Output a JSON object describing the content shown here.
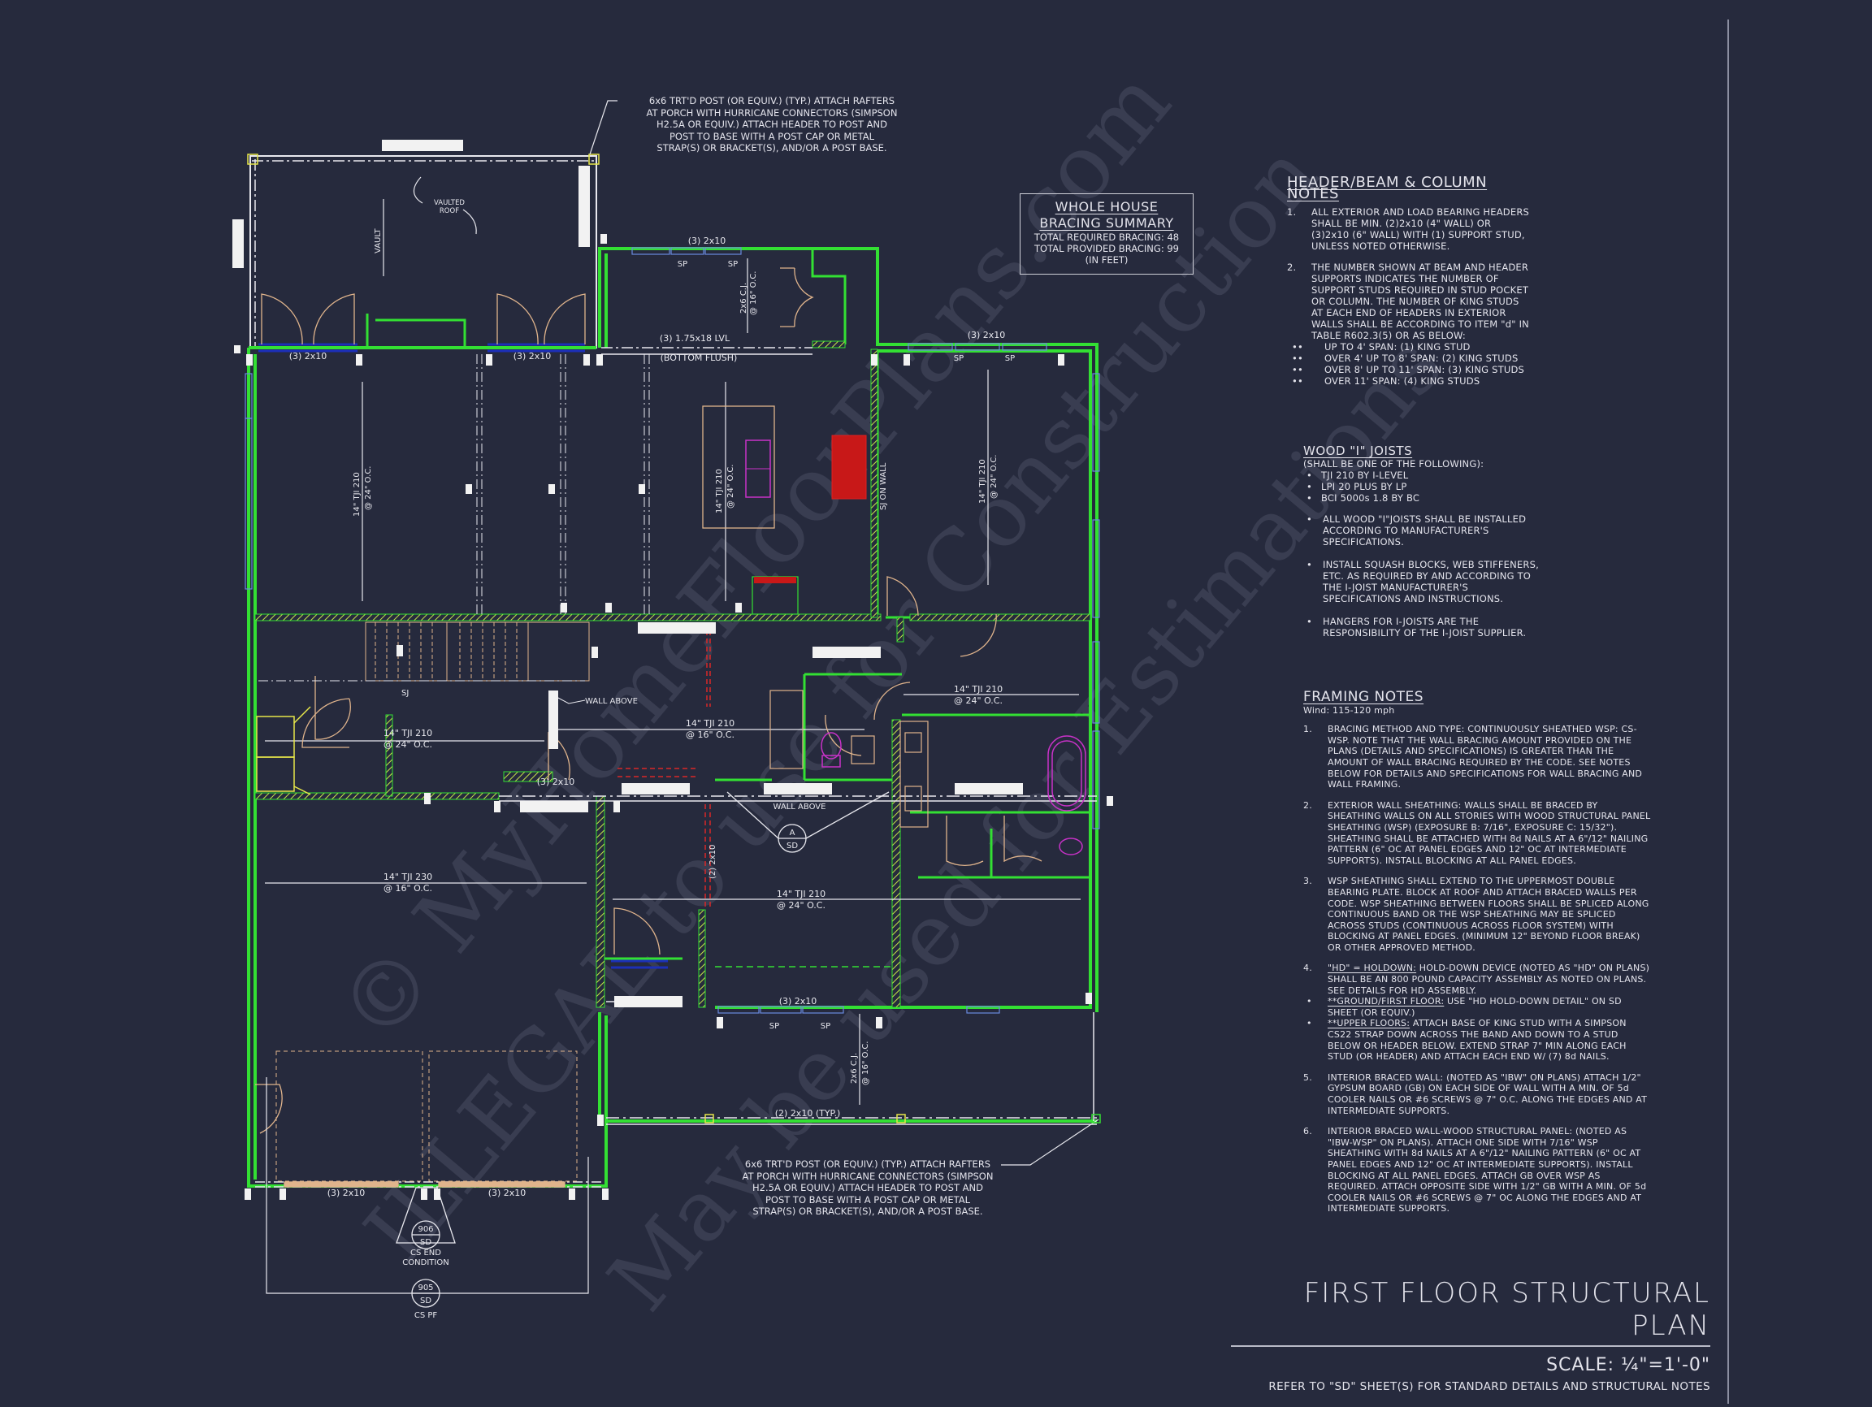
{
  "sheet": {
    "background": "#262a3d",
    "title": "FIRST FLOOR STRUCTURAL PLAN",
    "scale": "SCALE: ¼\"=1'-0\"",
    "reference": "REFER TO \"SD\" SHEET(S) FOR STANDARD DETAILS AND STRUCTURAL NOTES",
    "watermarks": [
      "© MyHomeFloorPlans.com",
      "ILLEGAL to use for Construction",
      "May be used for Estimations"
    ]
  },
  "colors": {
    "wall_green": "#33e033",
    "wall_hatch": "#c8e64a",
    "door_tan": "#e0b48c",
    "beam_white": "#e8e8ee",
    "window_blue": "#1c2fb8",
    "fixture_magenta": "#c832c8",
    "range_red": "#e02020",
    "post_yellow": "#e6e64a",
    "dashed_red": "#d82828"
  },
  "bracing_summary": {
    "title_line1": "WHOLE HOUSE",
    "title_line2": "BRACING SUMMARY",
    "required": "TOTAL REQUIRED BRACING: 48",
    "provided": "TOTAL PROVIDED BRACING: 99",
    "units": "(IN FEET)"
  },
  "header_beam_notes": {
    "title": "HEADER/BEAM & COLUMN NOTES",
    "items": [
      {
        "num": "1.",
        "text": "ALL EXTERIOR AND LOAD BEARING HEADERS SHALL BE MIN. (2)2x10 (4\" WALL) OR (3)2x10 (6\" WALL) WITH (1) SUPPORT STUD, UNLESS NOTED OTHERWISE."
      },
      {
        "num": "2.",
        "text": "THE NUMBER SHOWN AT BEAM AND HEADER SUPPORTS INDICATES THE NUMBER OF SUPPORT STUDS REQUIRED IN STUD POCKET OR COLUMN. THE NUMBER OF KING STUDS AT EACH END OF HEADERS IN EXTERIOR WALLS SHALL BE ACCORDING TO ITEM \"d\" IN TABLE R602.3(5) OR AS BELOW:"
      }
    ],
    "king_studs": [
      "UP TO 4' SPAN: (1) KING STUD",
      "OVER 4' UP TO 8' SPAN: (2) KING STUDS",
      "OVER 8' UP TO 11' SPAN: (3) KING STUDS",
      "OVER 11' SPAN: (4) KING STUDS"
    ]
  },
  "wood_joists": {
    "title": "WOOD \"I\" JOISTS",
    "subtitle": "(SHALL BE ONE OF THE FOLLOWING):",
    "products": [
      "TJI 210 BY I-LEVEL",
      "LPI 20 PLUS BY LP",
      "BCI 5000s 1.8 BY BC"
    ],
    "notes": [
      "ALL WOOD \"I\"JOISTS SHALL BE INSTALLED ACCORDING TO MANUFACTURER'S SPECIFICATIONS.",
      "INSTALL SQUASH BLOCKS, WEB STIFFENERS, ETC. AS REQUIRED BY AND ACCORDING TO THE I-JOIST MANUFACTURER'S SPECIFICATIONS AND INSTRUCTIONS.",
      "HANGERS FOR I-JOISTS ARE THE RESPONSIBILITY OF THE I-JOIST SUPPLIER."
    ]
  },
  "framing_notes": {
    "title": "FRAMING NOTES",
    "wind": "Wind: 115-120 mph",
    "items": [
      {
        "num": "1.",
        "text": "BRACING METHOD AND TYPE: CONTINUOUSLY SHEATHED WSP: CS-WSP. NOTE THAT THE WALL BRACING AMOUNT PROVIDED ON THE PLANS (DETAILS AND SPECIFICATIONS) IS GREATER THAN THE AMOUNT OF WALL BRACING REQUIRED BY THE CODE. SEE NOTES BELOW FOR DETAILS AND SPECIFICATIONS FOR WALL BRACING AND WALL FRAMING."
      },
      {
        "num": "2.",
        "text": "EXTERIOR WALL SHEATHING: WALLS SHALL BE BRACED BY SHEATHING WALLS ON ALL STORIES WITH WOOD STRUCTURAL PANEL SHEATHING (WSP) (EXPOSURE B: 7/16\", EXPOSURE C: 15/32\"). SHEATHING SHALL BE ATTACHED WITH 8d NAILS AT A 6\"/12\" NAILING PATTERN (6\" OC AT PANEL EDGES AND 12\" OC AT INTERMEDIATE SUPPORTS). INSTALL BLOCKING AT ALL PANEL EDGES."
      },
      {
        "num": "3.",
        "text": "WSP SHEATHING SHALL EXTEND TO THE UPPERMOST DOUBLE BEARING PLATE. BLOCK AT ROOF AND ATTACH BRACED WALLS PER CODE. WSP SHEATHING BETWEEN FLOORS SHALL BE SPLICED ALONG CONTINUOUS BAND OR THE WSP SHEATHING MAY BE SPLICED ACROSS STUDS (CONTINUOUS ACROSS FLOOR SYSTEM) WITH BLOCKING AT PANEL EDGES. (MINIMUM 12\" BEYOND FLOOR BREAK) OR OTHER APPROVED METHOD."
      },
      {
        "num": "4.",
        "lead": "\"HD\" = HOLDOWN:",
        "text": " HOLD-DOWN DEVICE (NOTED AS \"HD\" ON PLANS) SHALL BE AN 800 POUND CAPACITY ASSEMBLY AS NOTED ON PLANS. SEE DETAILS FOR HD ASSEMBLY."
      },
      {
        "num": "•",
        "lead": "**GROUND/FIRST FLOOR:",
        "text": "  USE \"HD HOLD-DOWN DETAIL\" ON SD SHEET (OR EQUIV.)"
      },
      {
        "num": "•",
        "lead": "**UPPER FLOORS:",
        "text": " ATTACH BASE OF KING STUD WITH A SIMPSON CS22 STRAP DOWN ACROSS THE BAND AND DOWN TO A STUD BELOW OR HEADER BELOW.  EXTEND STRAP 7\" MIN ALONG EACH STUD (OR HEADER) AND ATTACH EACH END W/ (7) 8d NAILS."
      },
      {
        "num": "5.",
        "text": "INTERIOR BRACED WALL: (NOTED AS \"IBW\" ON PLANS) ATTACH 1/2\" GYPSUM BOARD (GB) ON EACH SIDE OF WALL WITH A MIN. OF 5d COOLER NAILS OR #6 SCREWS @ 7\" O.C. ALONG THE EDGES AND AT INTERMEDIATE SUPPORTS."
      },
      {
        "num": "6.",
        "text": "INTERIOR BRACED WALL-WOOD STRUCTURAL PANEL: (NOTED AS \"IBW-WSP\" ON PLANS). ATTACH ONE SIDE WITH 7/16\" WSP SHEATHING WITH 8d NAILS AT A 6\"/12\" NAILING PATTERN (6\" OC AT PANEL EDGES AND 12\" OC AT INTERMEDIATE SUPPORTS). INSTALL BLOCKING AT ALL PANEL EDGES. ATTACH GB OVER WSP AS REQUIRED. ATTACH OPPOSITE SIDE WITH 1/2\" GB WITH A MIN. OF 5d COOLER NAILS OR #6 SCREWS @ 7\" OC ALONG THE EDGES AND AT INTERMEDIATE SUPPORTS."
      }
    ]
  },
  "callouts": {
    "post_top": [
      "6x6 TRT'D POST (OR EQUIV.) (TYP.) ATTACH RAFTERS",
      "AT PORCH WITH HURRICANE CONNECTORS (SIMPSON",
      "H2.5A OR EQUIV.) ATTACH HEADER TO POST AND",
      "POST TO BASE WITH A POST CAP OR METAL",
      "STRAP(S) OR BRACKET(S), AND/OR A POST BASE."
    ],
    "post_bottom": [
      "6x6 TRT'D POST (OR EQUIV.) (TYP.) ATTACH RAFTERS",
      "AT PORCH WITH HURRICANE CONNECTORS (SIMPSON",
      "H2.5A OR EQUIV.) ATTACH HEADER TO POST AND",
      "POST TO BASE WITH A POST CAP OR METAL",
      "STRAP(S) OR BRACKET(S), AND/OR A POST BASE."
    ]
  },
  "plan_labels": {
    "vaulted_roof_1": "VAULTED",
    "vaulted_roof_2": "ROOF",
    "vault": "VAULT",
    "hdr_3_2x10": "(3) 2x10",
    "sp": "SP",
    "cj_1": "2x6 C.J.",
    "cj_2": "@ 16\" O.C.",
    "lvl_1": "(3) 1.75x18 LVL",
    "lvl_2": "(BOTTOM FLUSH)",
    "tji210": "14\" TJI 210",
    "oc24": "@ 24\" O.C.",
    "oc16": "@ 16\" O.C.",
    "tji230": "14\" TJI 230",
    "sj_on_wall": "SJ ON WALL",
    "sj": "SJ",
    "wall_above": "WALL ABOVE",
    "hdr_2_2x10": "(2) 2x10",
    "hdr_2_2x10_typ": "(2) 2x10 (TYP.)",
    "detail_a": "A",
    "detail_sd": "SD",
    "detail_906": "906",
    "detail_905": "905",
    "cs_end_1": "CS END",
    "cs_end_2": "CONDITION",
    "cs_pf": "CS PF"
  }
}
